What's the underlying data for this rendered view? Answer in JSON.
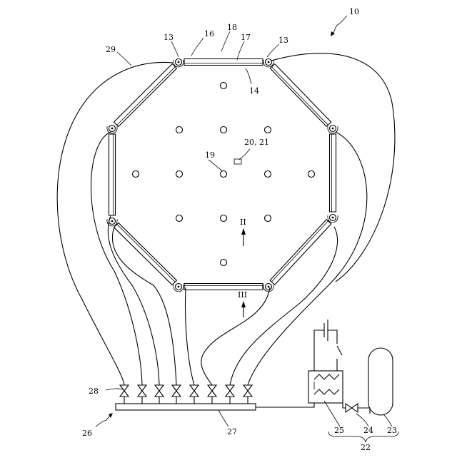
{
  "figure": {
    "labels": {
      "ref_10": "10",
      "ref_13_left": "13",
      "ref_13_right": "13",
      "ref_14": "14",
      "ref_16": "16",
      "ref_17": "17",
      "ref_18": "18",
      "ref_19": "19",
      "ref_20_21": "20, 21",
      "ref_22": "22",
      "ref_23": "23",
      "ref_24": "24",
      "ref_25": "25",
      "ref_26": "26",
      "ref_27": "27",
      "ref_28": "28",
      "ref_29": "29",
      "section_II": "II",
      "section_III": "III"
    }
  }
}
